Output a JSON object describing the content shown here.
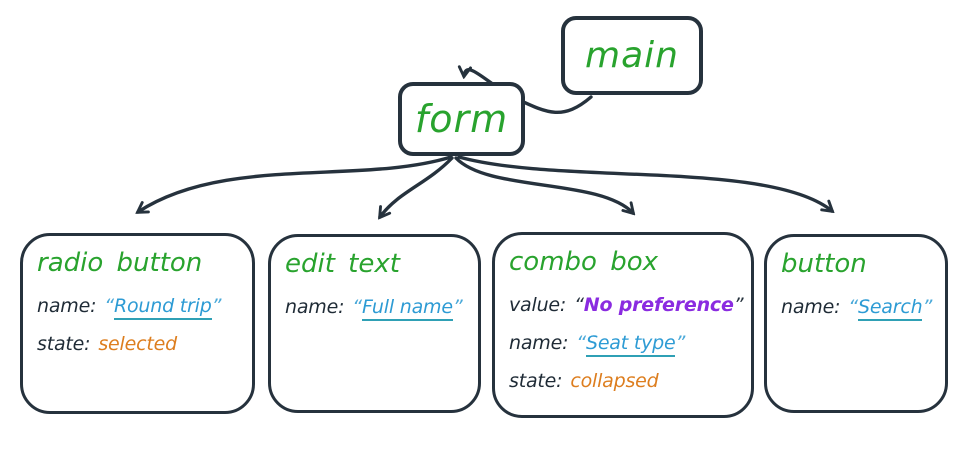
{
  "palette": {
    "ink": "#26323d",
    "green": "#29a32e",
    "blue": "#2d9bd4",
    "teal": "#2fa0b5",
    "quote_blue": "#4aa9d9",
    "orange": "#dd7e1f",
    "purple": "#8a2be0",
    "bg": "#ffffff"
  },
  "quotes": {
    "open": "“",
    "close": "”"
  },
  "nodes": {
    "main": {
      "label": "main"
    },
    "form": {
      "label": "form"
    }
  },
  "cards": {
    "radio_button": {
      "title": "radio button",
      "name_label": "name:",
      "name_value": "Round trip",
      "state_label": "state:",
      "state_value": "selected"
    },
    "edit_text": {
      "title": "edit text",
      "name_label": "name:",
      "name_value": "Full name"
    },
    "combo_box": {
      "title": "combo box",
      "value_label": "value:",
      "value_value": "No preference",
      "name_label": "name:",
      "name_value": "Seat type",
      "state_label": "state:",
      "state_value": "collapsed"
    },
    "button": {
      "title": "button",
      "name_label": "name:",
      "name_value": "Search"
    }
  },
  "edges": [
    {
      "from": "main",
      "to": "form"
    },
    {
      "from": "form",
      "to": "radio button"
    },
    {
      "from": "form",
      "to": "edit text"
    },
    {
      "from": "form",
      "to": "combo box"
    },
    {
      "from": "form",
      "to": "button"
    }
  ]
}
